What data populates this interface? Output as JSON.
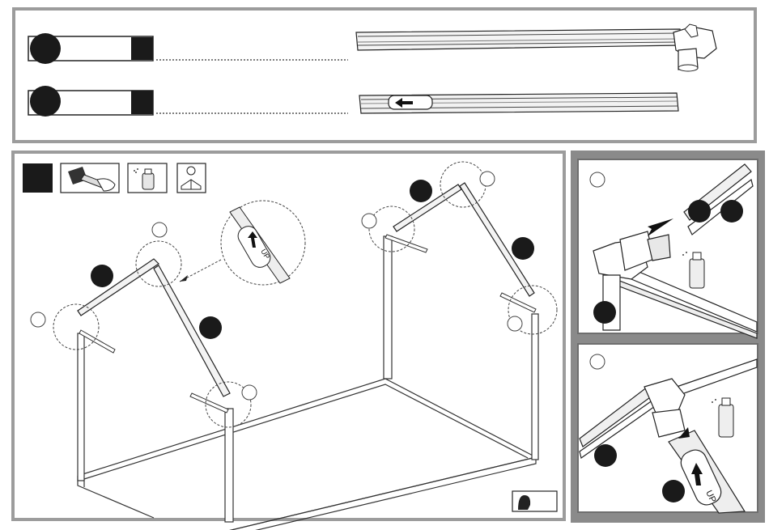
{
  "parts_list": {
    "items": [
      {
        "id": "part-row-1",
        "icon": "black-callout-circle",
        "quantity_icon": "black-square",
        "picture": "end-cap-rail"
      },
      {
        "id": "part-row-2",
        "icon": "black-callout-circle",
        "quantity_icon": "black-square",
        "picture": "arrow-marked-bar"
      }
    ]
  },
  "step": {
    "icons": [
      "step-number-square",
      "hammer-hand-icon",
      "spray-can-icon",
      "read-manual-icon"
    ],
    "magnifier_label": "UP",
    "helper_icon": "person-head-icon"
  },
  "detail_1": {
    "icon": "spray-can-icon"
  },
  "detail_2": {
    "label": "UP",
    "icon": "spray-can-icon"
  },
  "colors": {
    "frame": "#9c9c9c",
    "side_bg": "#8a8a8a",
    "ink": "#222222",
    "callout": "#1a1a1a"
  }
}
